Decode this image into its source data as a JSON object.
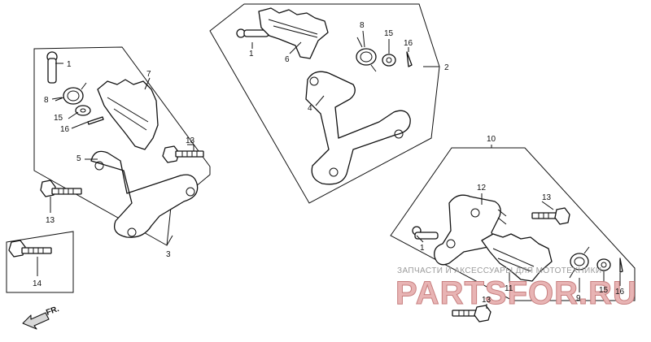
{
  "callouts": {
    "c1": "1",
    "c2": "2",
    "c3": "3",
    "c4": "4",
    "c5": "5",
    "c6": "6",
    "c7": "7",
    "c8": "8",
    "c9": "9",
    "c10": "10",
    "c11": "11",
    "c12": "12",
    "c13": "13",
    "c14": "14",
    "c15": "15",
    "c16": "16"
  },
  "direction": {
    "label": "FR."
  },
  "watermark": {
    "line1": "ЗАПЧАСТИ И АКСЕССУАРЫ ДЛЯ МОТОТЕХНИКИ",
    "line2": "PARTSFOR.RU"
  },
  "colors": {
    "linework": "#111111",
    "watermark_red": "#e8b4b4",
    "watermark_gray": "#9a9a9a"
  }
}
